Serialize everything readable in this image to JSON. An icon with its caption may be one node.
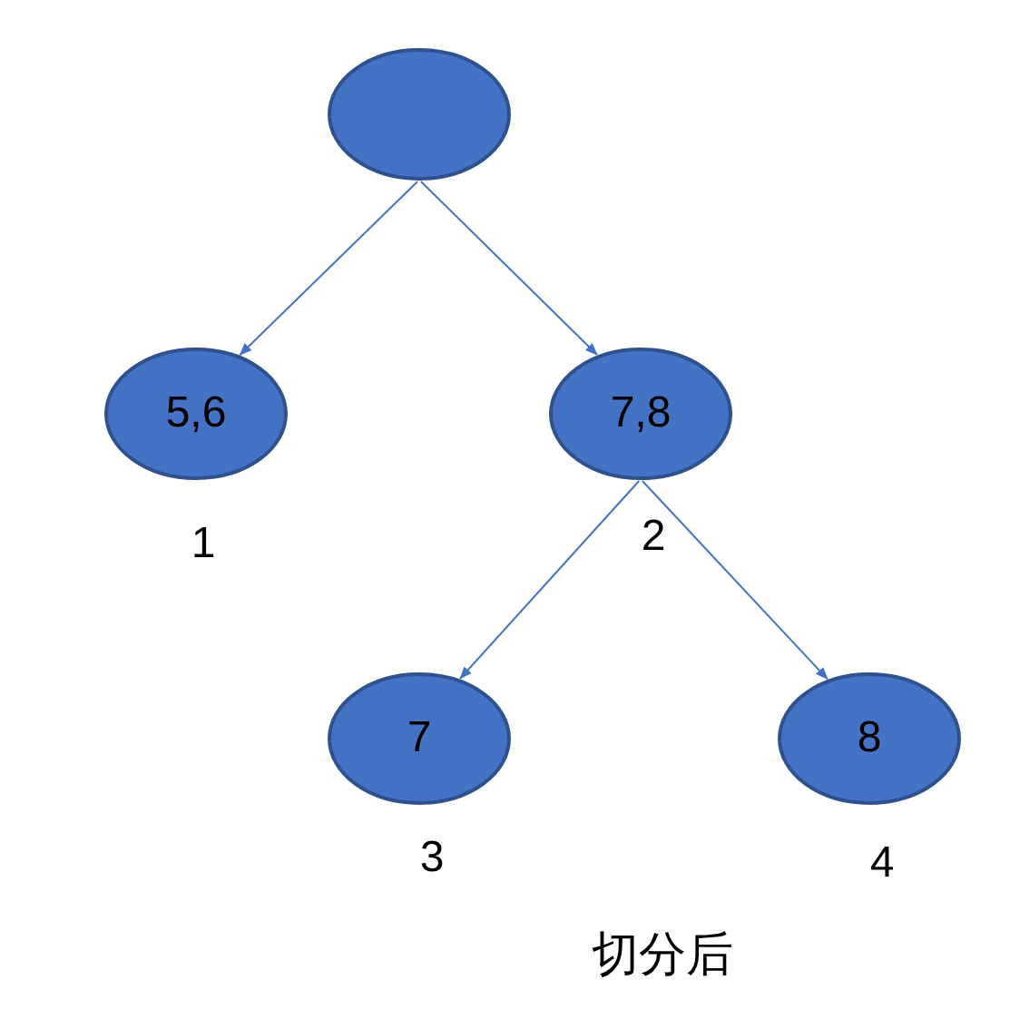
{
  "diagram": {
    "caption": "切分后",
    "nodes": [
      {
        "text": [],
        "shape": "ellipse"
      },
      {
        "text": [
          "5,6"
        ],
        "beside": [
          "1"
        ]
      },
      {
        "text": [
          "7,8"
        ],
        "beside": [
          "2"
        ]
      },
      {
        "text": [
          "7"
        ],
        "beside": [
          "3"
        ]
      },
      {
        "text": [
          "8"
        ],
        "beside": [
          "4"
        ]
      }
    ],
    "edges": [
      {
        "from": 0,
        "to": 1,
        "arrow": "to"
      },
      {
        "from": 0,
        "to": 2,
        "arrow": "to"
      },
      {
        "from": 2,
        "to": 3,
        "arrow": "to"
      },
      {
        "from": 2,
        "to": 4,
        "arrow": "to"
      }
    ]
  }
}
